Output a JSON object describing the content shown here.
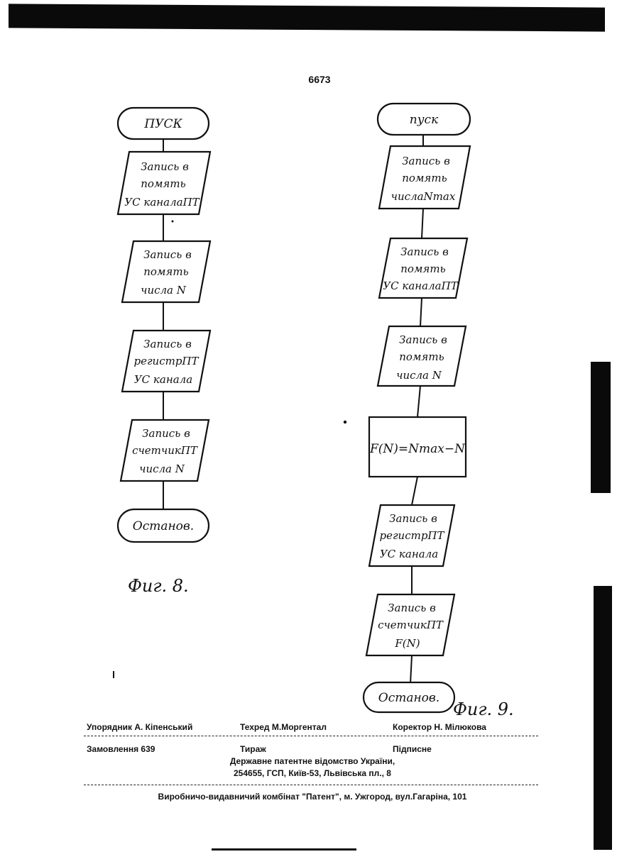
{
  "page_number": "6673",
  "fig8": {
    "start": "ПУСК",
    "steps": [
      [
        "Запись в",
        "помять",
        "УС каналаПТ"
      ],
      [
        "Запись в",
        "помять",
        "числа N"
      ],
      [
        "Запись в",
        "регистрПТ",
        "УС канала"
      ],
      [
        "Запись в",
        "счетчикПТ",
        "числа N"
      ]
    ],
    "stop": "Останов.",
    "label": "Фиг. 8."
  },
  "fig9": {
    "start": "пуск",
    "steps": [
      [
        "Запись в",
        "помять",
        "числаNmax"
      ],
      [
        "Запись в",
        "помять",
        "УС каналаПТ"
      ],
      [
        "Запись в",
        "помять",
        "числа N"
      ],
      [
        "Запись в",
        "регистрПТ",
        "УС канала"
      ],
      [
        "Запись в",
        "счетчикПТ",
        "F(N)"
      ]
    ],
    "formula": "F(N)=Nmax−N",
    "stop": "Останов.",
    "label": "Фиг. 9."
  },
  "footer": {
    "compiler": "Упорядник А. Кіпенський",
    "techred": "Техред М.Моргентал",
    "corrector": "Коректор Н. Мілюкова",
    "order": "Замовлення 639",
    "circulation": "Тираж",
    "signed": "Підписне",
    "office": "Державне патентне відомство України,",
    "address": "254655, ГСП, Київ-53, Львівська пл., 8",
    "printer": "Виробничо-видавничий комбінат \"Патент\", м. Ужгород, вул.Гагаріна, 101"
  }
}
